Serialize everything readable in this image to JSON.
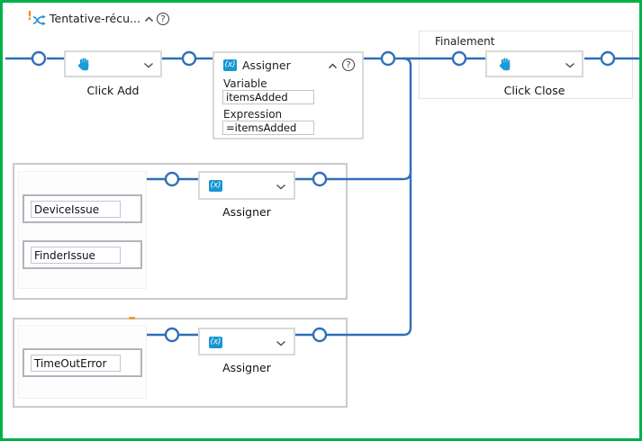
{
  "header": {
    "title": "Tentative-récu..."
  },
  "icons": {
    "assign_glyph": "(x)",
    "help_glyph": "?",
    "exclaim_glyph": "!"
  },
  "try_branch": {
    "click_add": {
      "label": "Click Add"
    },
    "assign": {
      "title": "Assigner",
      "variable_label": "Variable",
      "variable_value": "itemsAdded",
      "expression_label": "Expression",
      "expression_value": "=itemsAdded"
    }
  },
  "finally_branch": {
    "label": "Finalement",
    "click_close": {
      "label": "Click Close"
    }
  },
  "catches": [
    {
      "exceptions": [
        "DeviceIssue",
        "FinderIssue"
      ],
      "assign_label": "Assigner"
    },
    {
      "exceptions": [
        "TimeOutError"
      ],
      "assign_label": "Assigner"
    }
  ],
  "colors": {
    "wire": "#2e6fb7",
    "frame": "#00b14b",
    "hand_icon": "#1e9bd7",
    "assign_icon_bg": "#1797d3",
    "warning_marker": "#e9a33b"
  }
}
